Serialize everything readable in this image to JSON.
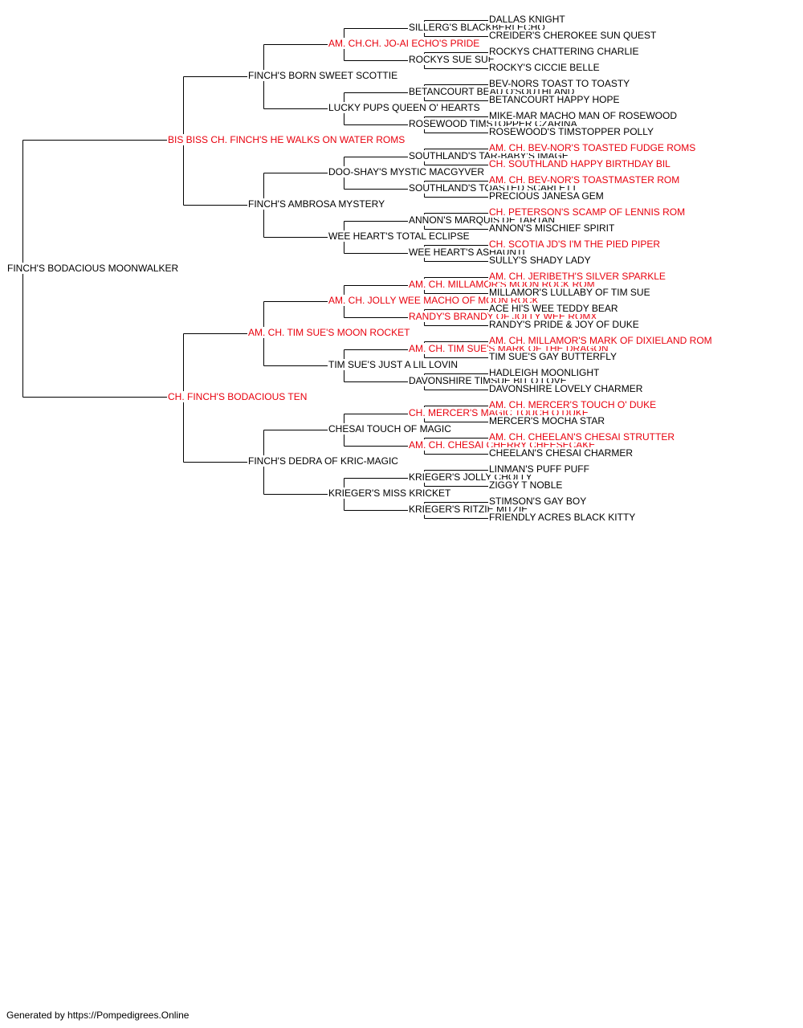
{
  "colors": {
    "champion": "#e8000d",
    "normal": "#000000",
    "line": "#000000"
  },
  "pedigree": {
    "subject": {
      "name": "FINCH'S BODACIOUS MOONWALKER",
      "champion": false
    },
    "sire": {
      "name": "BIS BISS CH. FINCH'S HE WALKS ON WATER ROMS",
      "champion": true,
      "sire": {
        "name": "FINCH'S BORN SWEET SCOTTIE",
        "champion": false,
        "sire": {
          "name": "AM. CH.CH. JO-AI ECHO'S PRIDE",
          "champion": true,
          "sire": {
            "name": "SILLERG'S BLACKBERI ECHO",
            "champion": false,
            "sire": {
              "name": "DALLAS KNIGHT",
              "champion": false
            },
            "dam": {
              "name": "CREIDER'S CHEROKEE SUN QUEST",
              "champion": false
            }
          },
          "dam": {
            "name": "ROCKYS SUE SUE",
            "champion": false,
            "sire": {
              "name": "ROCKYS CHATTERING CHARLIE",
              "champion": false
            },
            "dam": {
              "name": "ROCKY'S CICCIE BELLE",
              "champion": false
            }
          }
        },
        "dam": {
          "name": "LUCKY PUPS QUEEN O' HEARTS",
          "champion": false,
          "sire": {
            "name": "BETANCOURT BEAU O'SOUTHLAND",
            "champion": false,
            "sire": {
              "name": "BEV-NORS TOAST TO TOASTY",
              "champion": false
            },
            "dam": {
              "name": "BETANCOURT HAPPY HOPE",
              "champion": false
            }
          },
          "dam": {
            "name": "ROSEWOOD TIMSTOPPER CZARINA",
            "champion": false,
            "sire": {
              "name": "MIKE-MAR MACHO MAN OF ROSEWOOD",
              "champion": false
            },
            "dam": {
              "name": "ROSEWOOD'S TIMSTOPPER POLLY",
              "champion": false
            }
          }
        }
      },
      "dam": {
        "name": "FINCH'S AMBROSA MYSTERY",
        "champion": false,
        "sire": {
          "name": "DOO-SHAY'S MYSTIC MACGYVER",
          "champion": false,
          "sire": {
            "name": "SOUTHLAND'S TAR-BABY'S IMAGE",
            "champion": false,
            "sire": {
              "name": "AM. CH. BEV-NOR'S TOASTED FUDGE ROMS",
              "champion": true
            },
            "dam": {
              "name": "CH. SOUTHLAND HAPPY BIRTHDAY BIL",
              "champion": true
            }
          },
          "dam": {
            "name": "SOUTHLAND'S TOASTED SCARLETT",
            "champion": false,
            "sire": {
              "name": "AM. CH. BEV-NOR'S TOASTMASTER ROM",
              "champion": true
            },
            "dam": {
              "name": "PRECIOUS JANESA GEM",
              "champion": false
            }
          }
        },
        "dam": {
          "name": "WEE HEART'S TOTAL ECLIPSE",
          "champion": false,
          "sire": {
            "name": "ANNON'S MARQUIS DE TARTAN",
            "champion": false,
            "sire": {
              "name": "CH. PETERSON'S SCAMP OF LENNIS ROM",
              "champion": true
            },
            "dam": {
              "name": "ANNON'S MISCHIEF SPIRIT",
              "champion": false
            }
          },
          "dam": {
            "name": "WEE HEART'S ASHAUNTI",
            "champion": false,
            "sire": {
              "name": "CH. SCOTIA JD'S I'M THE PIED PIPER",
              "champion": true
            },
            "dam": {
              "name": "SULLY'S SHADY LADY",
              "champion": false
            }
          }
        }
      }
    },
    "dam": {
      "name": "CH. FINCH'S BODACIOUS TEN",
      "champion": true,
      "sire": {
        "name": "AM. CH. TIM SUE'S MOON ROCKET",
        "champion": true,
        "sire": {
          "name": "AM. CH. JOLLY WEE MACHO OF MOON ROCK",
          "champion": true,
          "sire": {
            "name": "AM. CH. MILLAMOR'S MOON ROCK ROM",
            "champion": true,
            "sire": {
              "name": "AM. CH. JERIBETH'S SILVER SPARKLE",
              "champion": true
            },
            "dam": {
              "name": "MILLAMOR'S LULLABY OF TIM SUE",
              "champion": false
            }
          },
          "dam": {
            "name": "RANDY'S BRANDY OF JOLLY WEE ROMX",
            "champion": true,
            "sire": {
              "name": "ACE HI'S WEE TEDDY BEAR",
              "champion": false
            },
            "dam": {
              "name": "RANDY'S PRIDE & JOY OF DUKE",
              "champion": false
            }
          }
        },
        "dam": {
          "name": "TIM SUE'S JUST A LIL LOVIN",
          "champion": false,
          "sire": {
            "name": "AM. CH. TIM SUE'S MARK OF THE DRAGON",
            "champion": true,
            "sire": {
              "name": "AM. CH. MILLAMOR'S MARK OF DIXIELAND ROM",
              "champion": true
            },
            "dam": {
              "name": "TIM SUE'S GAY BUTTERFLY",
              "champion": false
            }
          },
          "dam": {
            "name": "DAVONSHIRE TIMSUE BIT O LOVE",
            "champion": false,
            "sire": {
              "name": "HADLEIGH MOONLIGHT",
              "champion": false
            },
            "dam": {
              "name": "DAVONSHIRE LOVELY CHARMER",
              "champion": false
            }
          }
        }
      },
      "dam": {
        "name": "FINCH'S DEDRA OF KRIC-MAGIC",
        "champion": false,
        "sire": {
          "name": "CHESAI TOUCH OF MAGIC",
          "champion": false,
          "sire": {
            "name": "CH. MERCER'S MAGIC TOUCH O DUKE",
            "champion": true,
            "sire": {
              "name": "AM. CH. MERCER'S TOUCH O' DUKE",
              "champion": true
            },
            "dam": {
              "name": "MERCER'S MOCHA STAR",
              "champion": false
            }
          },
          "dam": {
            "name": "AM. CH. CHESAI CHERRY CHEESECAKE",
            "champion": true,
            "sire": {
              "name": "AM. CH. CHEELAN'S CHESAI STRUTTER",
              "champion": true
            },
            "dam": {
              "name": "CHEELAN'S CHESAI CHARMER",
              "champion": false
            }
          }
        },
        "dam": {
          "name": "KRIEGER'S MISS KRICKET",
          "champion": false,
          "sire": {
            "name": "KRIEGER'S JOLLY CHOLLY",
            "champion": false,
            "sire": {
              "name": "LINMAN'S PUFF PUFF",
              "champion": false
            },
            "dam": {
              "name": "ZIGGY T NOBLE",
              "champion": false
            }
          },
          "dam": {
            "name": "KRIEGER'S RITZIE MITZIE",
            "champion": false,
            "sire": {
              "name": "STIMSON'S GAY BOY",
              "champion": false
            },
            "dam": {
              "name": "FRIENDLY ACRES BLACK KITTY",
              "champion": false
            }
          }
        }
      }
    }
  },
  "footer": {
    "text": "Generated by https://Pompedigrees.Online"
  }
}
